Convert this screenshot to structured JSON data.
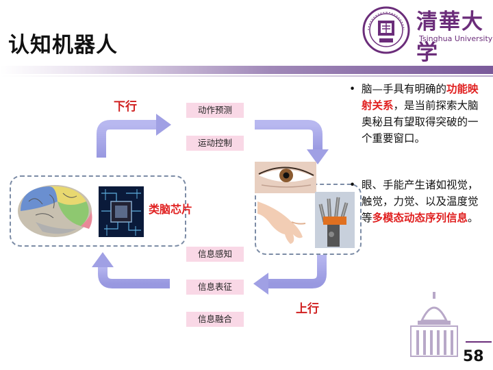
{
  "slide": {
    "title": "认知机器人",
    "page_number": "58"
  },
  "logo": {
    "seal_text": "TSINGHUA UNIVERSITY 1911",
    "name_cn": "清華大学",
    "name_en": "Tsinghua University"
  },
  "diagram": {
    "downward_label": "下行",
    "upward_label": "上行",
    "center_label": "类脑芯片",
    "top_tags": [
      "动作预测",
      "运动控制"
    ],
    "bottom_tags": [
      "信息感知",
      "信息表征",
      "信息融合"
    ]
  },
  "bullets": [
    {
      "segments": [
        {
          "text": "脑—手具有明确的",
          "emph": false
        },
        {
          "text": "功能映射关系",
          "emph": true
        },
        {
          "text": "，是当前探索大脑奥秘且有望取得突破的一个重要窗口。",
          "emph": false
        }
      ]
    },
    {
      "segments": [
        {
          "text": "眼、手能产生诸如视觉，触觉，力觉、以及温度觉等",
          "emph": false
        },
        {
          "text": "多模态动态序列信息",
          "emph": true
        },
        {
          "text": "。",
          "emph": false
        }
      ]
    }
  ],
  "colors": {
    "accent_purple": "#6b2d7a",
    "arrow_lavender": "#a8a8e8",
    "tag_pink": "#f9d8e6",
    "emphasis_red": "#e02020"
  }
}
